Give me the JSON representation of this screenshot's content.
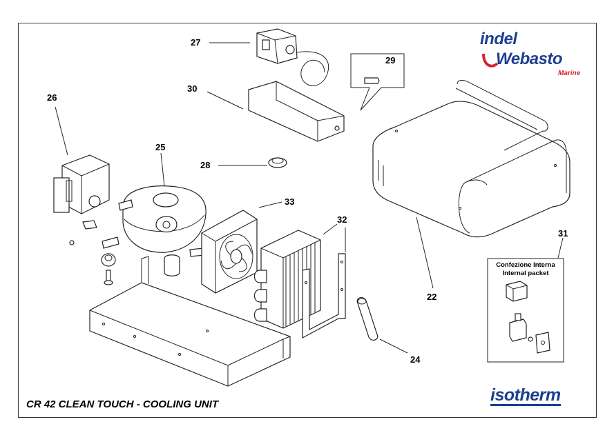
{
  "title": "CR 42 CLEAN TOUCH - COOLING UNIT",
  "logos": {
    "top_right_line1": "indel",
    "top_right_line2": "Webasto",
    "top_right_line3": "Marine",
    "bottom_right": "isotherm",
    "colors": {
      "blue": "#1d3f91",
      "red": "#d22630"
    }
  },
  "internal_packet": {
    "label_it": "Confezione Interna",
    "label_en": "Internal packet"
  },
  "callouts": {
    "c22": "22",
    "c24": "24",
    "c25": "25",
    "c26": "26",
    "c27": "27",
    "c28": "28",
    "c29": "29",
    "c30": "30",
    "c31": "31",
    "c32": "32",
    "c33": "33"
  }
}
